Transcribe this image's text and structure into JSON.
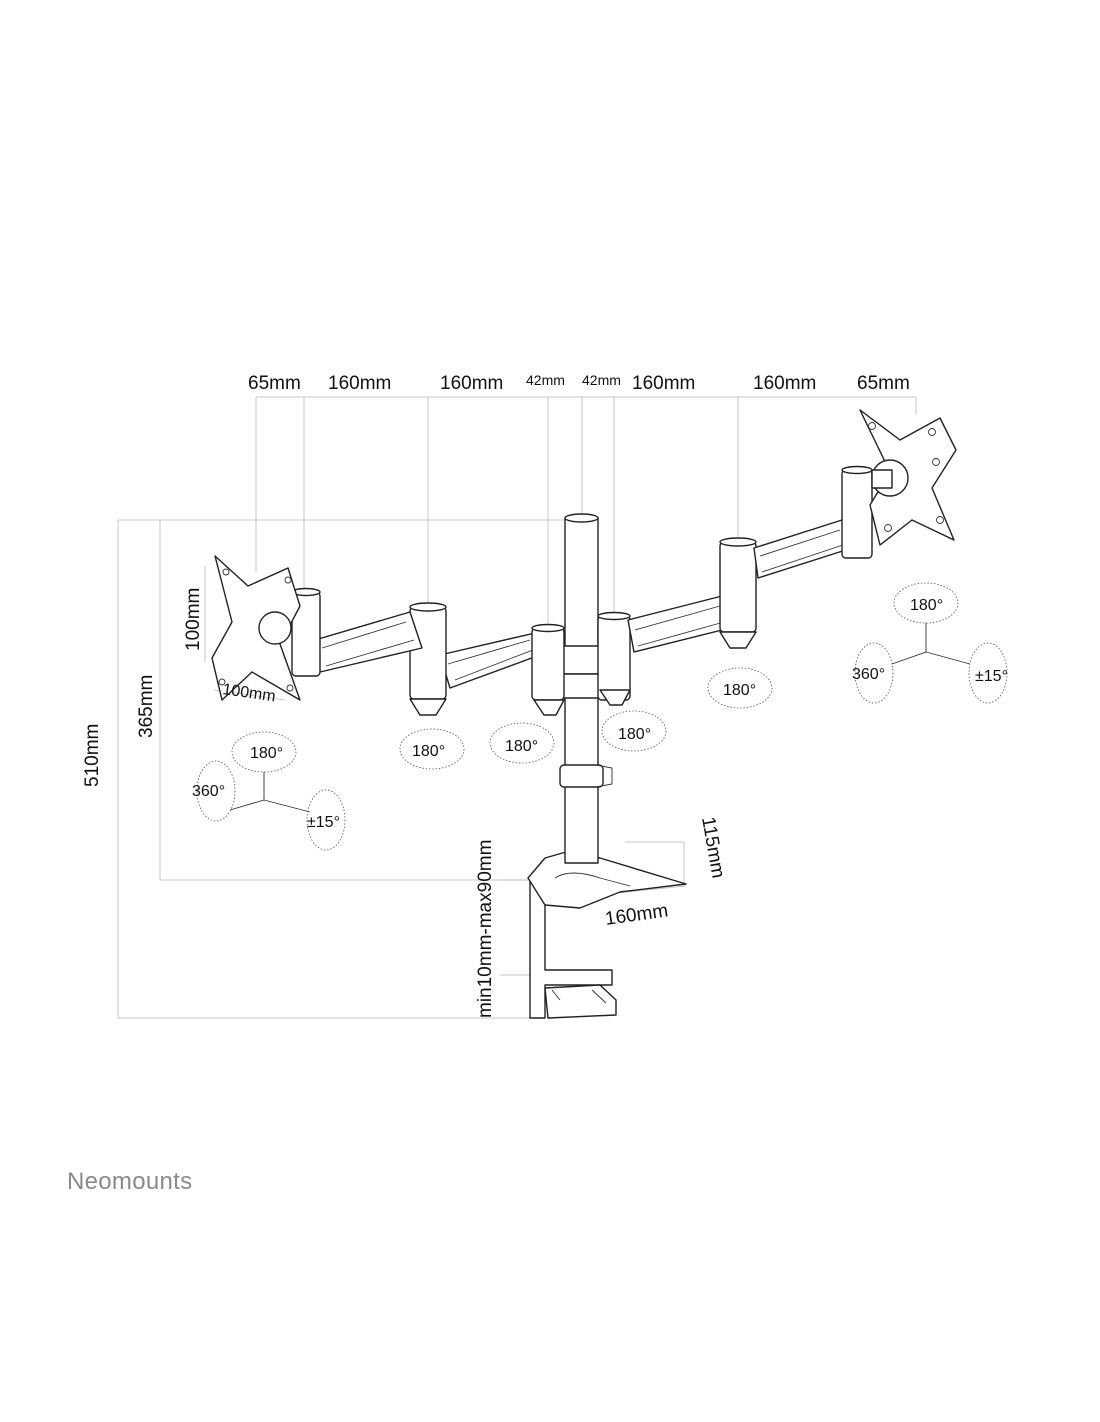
{
  "brand": {
    "name": "Neomounts"
  },
  "diagram": {
    "top_dimensions": {
      "d1": "65mm",
      "d2": "160mm",
      "d3": "160mm",
      "d4": "42mm",
      "d5": "42mm",
      "d6": "160mm",
      "d7": "160mm",
      "d8": "65mm"
    },
    "left_plate": {
      "height": "100mm",
      "width": "100mm"
    },
    "overall_height": "510mm",
    "arm_height": "365mm",
    "clamp_range": "min10mm-max90mm",
    "base_depth": "115mm",
    "base_width": "160mm",
    "rotations": {
      "left_tilt": "180°",
      "left_spin": "360°",
      "left_swivel": "±15°",
      "joint_1": "180°",
      "joint_2": "180°",
      "joint_3": "180°",
      "joint_4": "180°",
      "right_tilt": "180°",
      "right_spin": "360°",
      "right_swivel": "±15°"
    }
  }
}
